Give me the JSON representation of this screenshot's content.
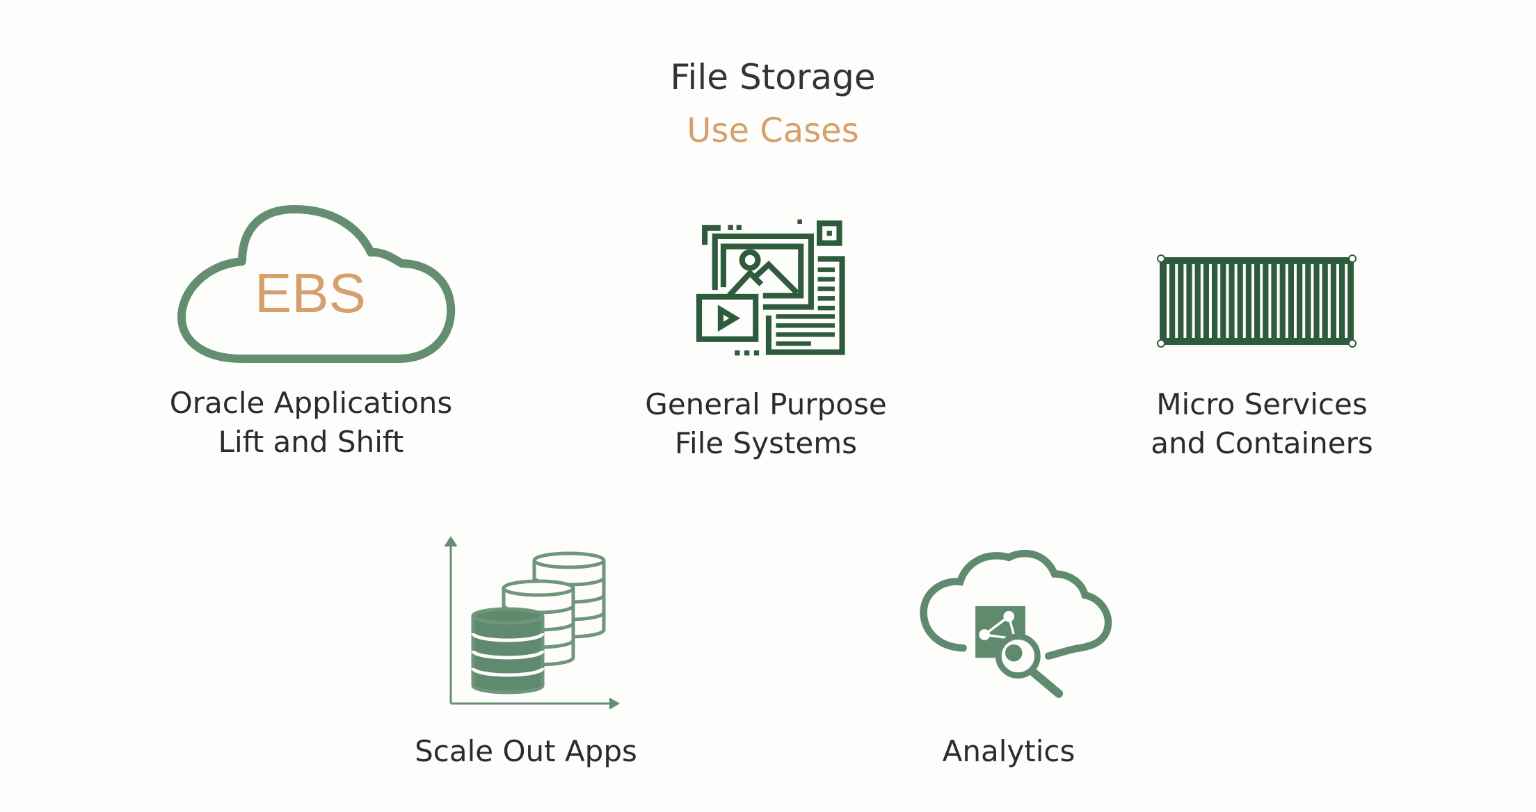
{
  "header": {
    "title": "File Storage",
    "subtitle": "Use Cases"
  },
  "use_cases": [
    {
      "icon": "ebs-cloud-icon",
      "badge": "EBS",
      "line1": "Oracle Applications",
      "line2": "Lift and Shift"
    },
    {
      "icon": "media-files-icon",
      "line1": "General Purpose",
      "line2": "File Systems"
    },
    {
      "icon": "container-icon",
      "line1": "Micro Services",
      "line2": "and Containers"
    },
    {
      "icon": "database-scale-icon",
      "line1": "Scale Out Apps"
    },
    {
      "icon": "cloud-analytics-icon",
      "line1": "Analytics"
    }
  ],
  "colors": {
    "title": "#333333",
    "accent": "#d6a06c",
    "green_dark": "#2f5b3d",
    "green_light": "#5f8a6e"
  }
}
